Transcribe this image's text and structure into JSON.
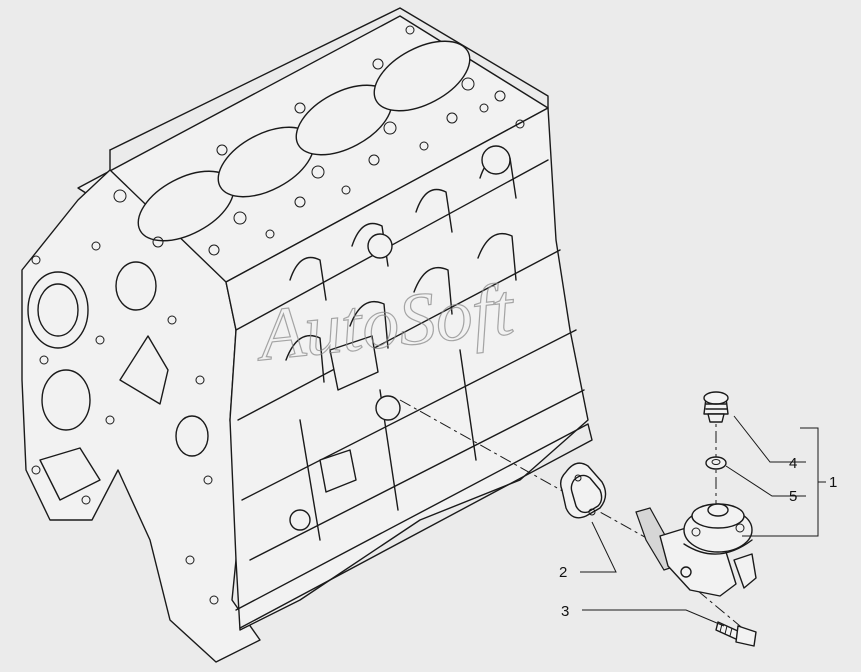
{
  "watermark": {
    "text": "AutoSoft"
  },
  "callouts": [
    {
      "id": "1",
      "label": "1"
    },
    {
      "id": "2",
      "label": "2"
    },
    {
      "id": "3",
      "label": "3"
    },
    {
      "id": "4",
      "label": "4"
    },
    {
      "id": "5",
      "label": "5"
    }
  ],
  "colors": {
    "background": "#ebebeb",
    "line": "#1a1a1a",
    "watermark": "#8a8a8a"
  }
}
